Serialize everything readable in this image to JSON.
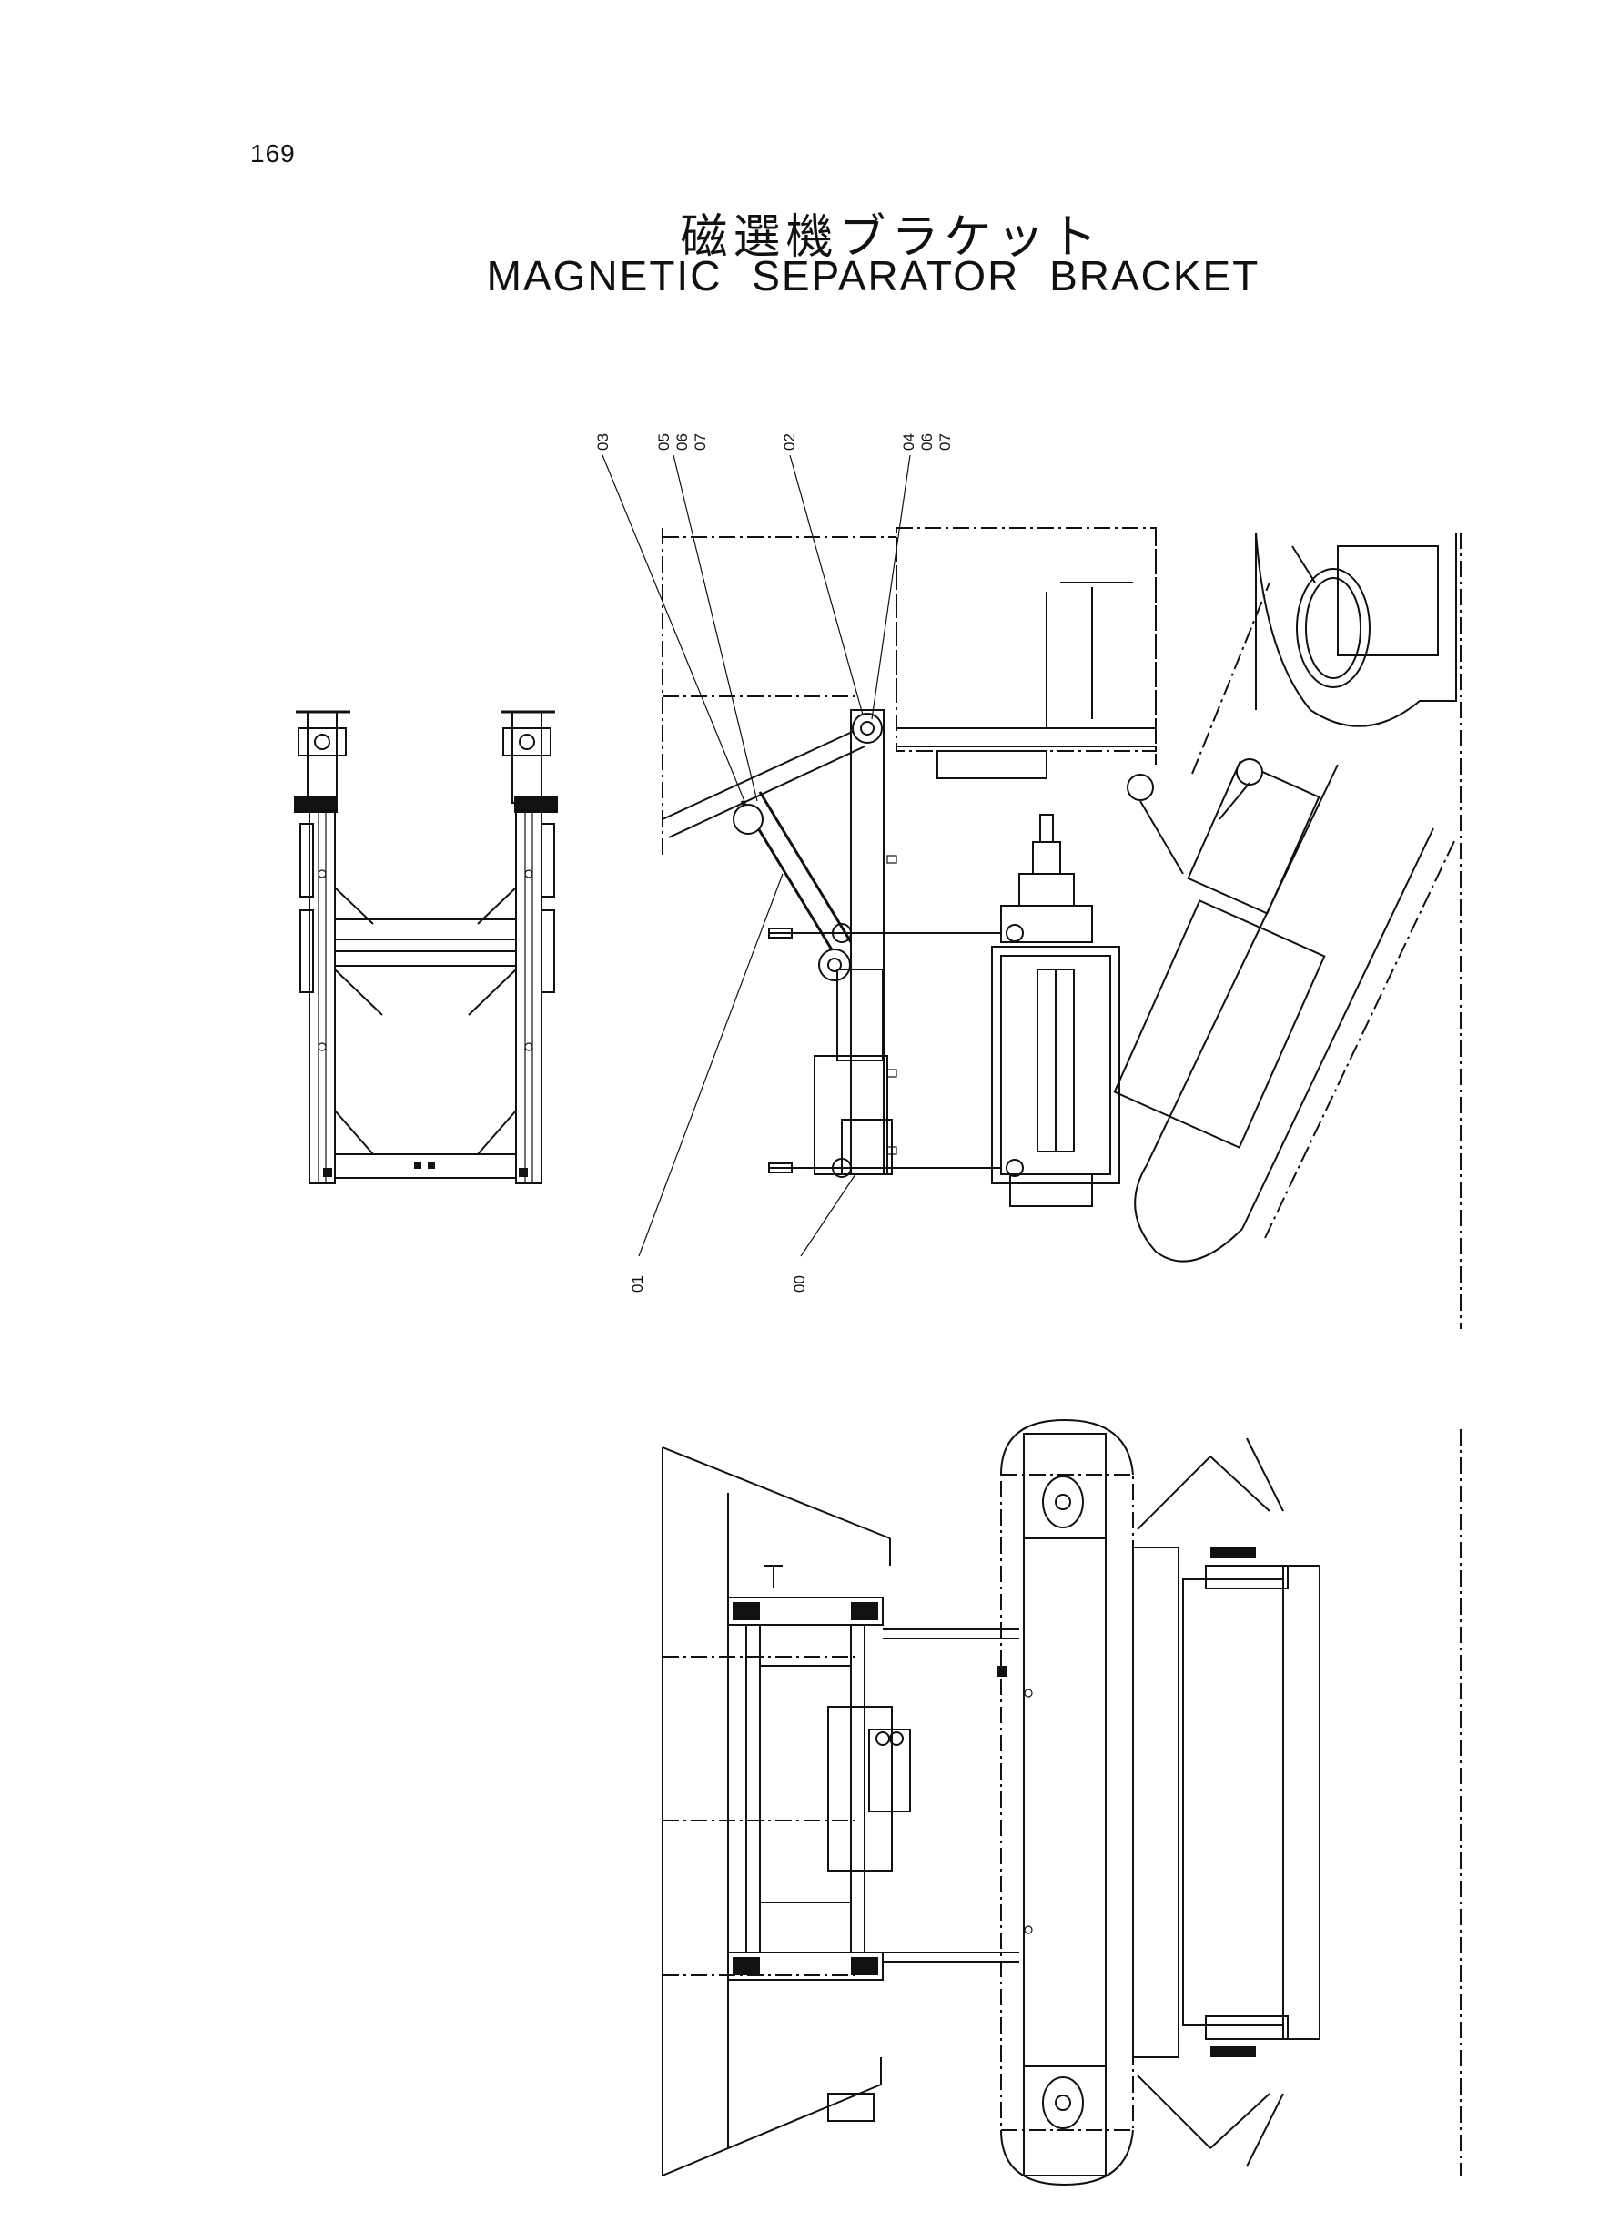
{
  "page": {
    "number": "169"
  },
  "title": {
    "japanese": "磁選機ブラケット",
    "english": "MAGNETIC SEPARATOR BRACKET"
  },
  "part_callouts": [
    {
      "id": "03",
      "label": "03"
    },
    {
      "id": "05",
      "label": "05"
    },
    {
      "id": "06a",
      "label": "06"
    },
    {
      "id": "07a",
      "label": "07"
    },
    {
      "id": "02",
      "label": "02"
    },
    {
      "id": "04",
      "label": "04"
    },
    {
      "id": "06b",
      "label": "06"
    },
    {
      "id": "07b",
      "label": "07"
    },
    {
      "id": "01",
      "label": "01"
    },
    {
      "id": "00",
      "label": "00"
    }
  ]
}
